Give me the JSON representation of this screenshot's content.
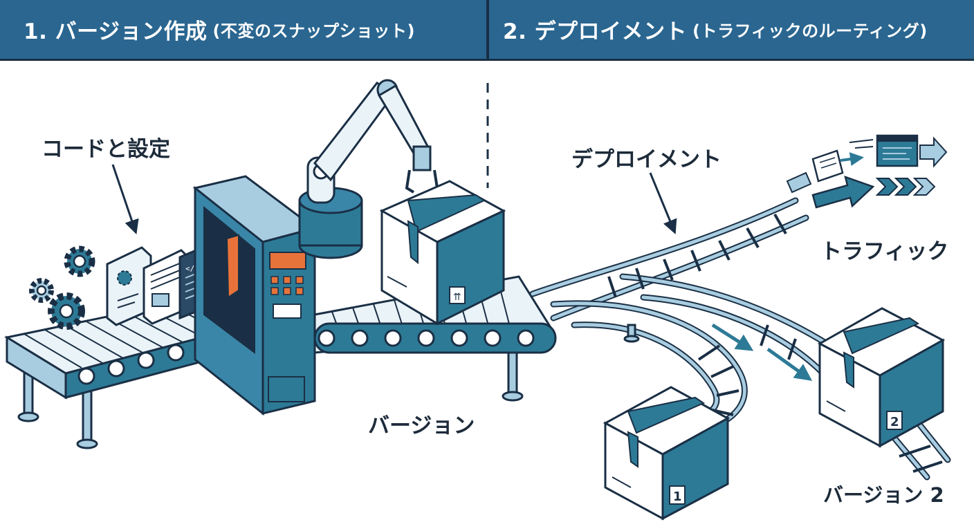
{
  "header": {
    "section1_main": "1. バージョン作成",
    "section1_sub": "(不変のスナップショット)",
    "section2_main": "2. デプロイメント",
    "section2_sub": "(トラフィックのルーティング)"
  },
  "labels": {
    "code_config": "コードと設定",
    "version": "バージョン",
    "deployment": "デプロイメント",
    "traffic": "トラフィック",
    "version2": "バージョン 2"
  },
  "boxes": {
    "box1_number": "1",
    "box2_number": "2"
  },
  "colors": {
    "header_bg": "#2a6690",
    "outline": "#1a2f45",
    "teal": "#2d7a96",
    "light_blue": "#a9cde0",
    "accent_orange": "#e8733a"
  },
  "icons": [
    "gear-icon",
    "document-icon",
    "code-window-icon",
    "robot-arm",
    "package-box",
    "rail-track",
    "arrow-icon"
  ]
}
